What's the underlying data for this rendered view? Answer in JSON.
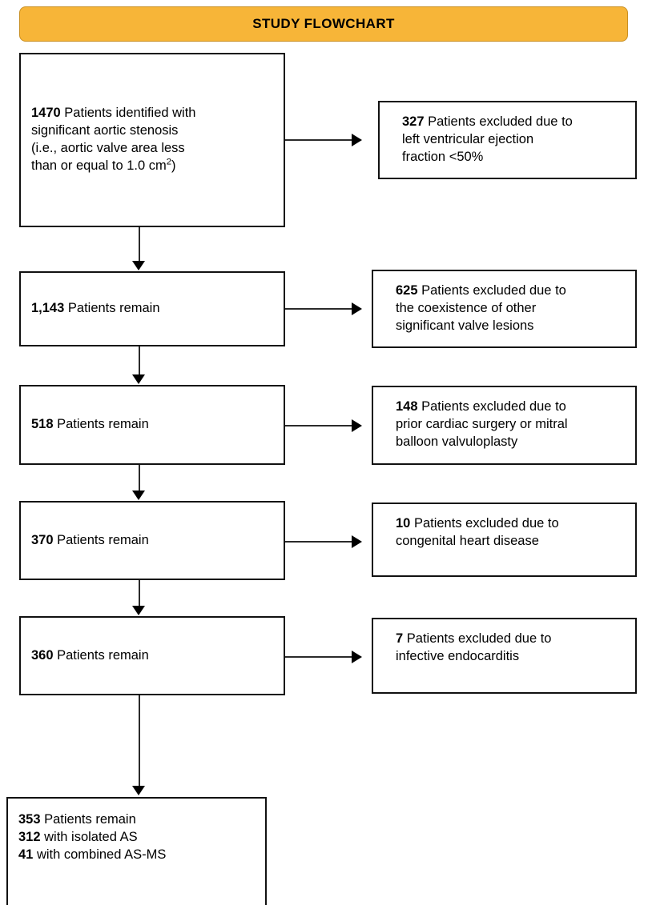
{
  "header": {
    "title": "STUDY FLOWCHART",
    "background_color": "#f7b538",
    "border_color": "#c98f21",
    "text_color": "#000000"
  },
  "flow": {
    "main_boxes": [
      {
        "id": "identified",
        "lines": [
          {
            "number": "1470",
            "text": " Patients identified with"
          },
          {
            "number": "",
            "text": "significant aortic stenosis"
          },
          {
            "number": "",
            "text": "(i.e., aortic valve area less"
          },
          {
            "number": "",
            "text": "than or equal to 1.0 cm",
            "superscript": "2",
            "text_after": ")"
          }
        ]
      },
      {
        "id": "remain-1143",
        "lines": [
          {
            "number": "1,143",
            "text": " Patients remain"
          }
        ]
      },
      {
        "id": "remain-518",
        "lines": [
          {
            "number": "518",
            "text": " Patients remain"
          }
        ]
      },
      {
        "id": "remain-370",
        "lines": [
          {
            "number": "370",
            "text": " Patients remain"
          }
        ]
      },
      {
        "id": "remain-360",
        "lines": [
          {
            "number": "360",
            "text": " Patients remain"
          }
        ]
      },
      {
        "id": "final",
        "lines": [
          {
            "number": "353",
            "text": " Patients remain"
          },
          {
            "number": "312",
            "text": " with isolated AS"
          },
          {
            "number": "41",
            "text": " with combined AS-MS"
          }
        ]
      }
    ],
    "exclusion_boxes": [
      {
        "id": "excl-327",
        "lines": [
          {
            "number": "327",
            "text": " Patients excluded due to"
          },
          {
            "number": "",
            "text": "left ventricular ejection"
          },
          {
            "number": "",
            "text": "fraction <50%"
          }
        ]
      },
      {
        "id": "excl-625",
        "lines": [
          {
            "number": "625",
            "text": " Patients excluded due to"
          },
          {
            "number": "",
            "text": "the coexistence of other"
          },
          {
            "number": "",
            "text": "significant valve lesions"
          }
        ]
      },
      {
        "id": "excl-148",
        "lines": [
          {
            "number": "148",
            "text": " Patients excluded due to"
          },
          {
            "number": "",
            "text": "prior cardiac surgery or mitral"
          },
          {
            "number": "",
            "text": "balloon valvuloplasty"
          }
        ]
      },
      {
        "id": "excl-10",
        "lines": [
          {
            "number": "10",
            "text": " Patients excluded due to"
          },
          {
            "number": "",
            "text": "congenital heart disease"
          }
        ]
      },
      {
        "id": "excl-7",
        "lines": [
          {
            "number": "7",
            "text": " Patients excluded due to"
          },
          {
            "number": "",
            "text": "infective endocarditis"
          }
        ]
      }
    ]
  },
  "chart_data": {
    "type": "diagram",
    "title": "STUDY FLOWCHART",
    "nodes": [
      {
        "id": "identified",
        "count": 1470,
        "label": "Patients identified with significant aortic stenosis (i.e., aortic valve area less than or equal to 1.0 cm2)"
      },
      {
        "id": "excl-327",
        "count": 327,
        "label": "Patients excluded due to left ventricular ejection fraction <50%"
      },
      {
        "id": "remain-1143",
        "count": 1143,
        "label": "Patients remain"
      },
      {
        "id": "excl-625",
        "count": 625,
        "label": "Patients excluded due to the coexistence of other significant valve lesions"
      },
      {
        "id": "remain-518",
        "count": 518,
        "label": "Patients remain"
      },
      {
        "id": "excl-148",
        "count": 148,
        "label": "Patients excluded due to prior cardiac surgery or mitral balloon valvuloplasty"
      },
      {
        "id": "remain-370",
        "count": 370,
        "label": "Patients remain"
      },
      {
        "id": "excl-10",
        "count": 10,
        "label": "Patients excluded due to congenital heart disease"
      },
      {
        "id": "remain-360",
        "count": 360,
        "label": "Patients remain"
      },
      {
        "id": "excl-7",
        "count": 7,
        "label": "Patients excluded due to infective endocarditis"
      },
      {
        "id": "final",
        "count": 353,
        "label": "Patients remain; 312 with isolated AS; 41 with combined AS-MS"
      }
    ],
    "edges": [
      {
        "from": "identified",
        "to": "excl-327"
      },
      {
        "from": "identified",
        "to": "remain-1143"
      },
      {
        "from": "remain-1143",
        "to": "excl-625"
      },
      {
        "from": "remain-1143",
        "to": "remain-518"
      },
      {
        "from": "remain-518",
        "to": "excl-148"
      },
      {
        "from": "remain-518",
        "to": "remain-370"
      },
      {
        "from": "remain-370",
        "to": "excl-10"
      },
      {
        "from": "remain-370",
        "to": "remain-360"
      },
      {
        "from": "remain-360",
        "to": "excl-7"
      },
      {
        "from": "remain-360",
        "to": "final"
      }
    ]
  }
}
